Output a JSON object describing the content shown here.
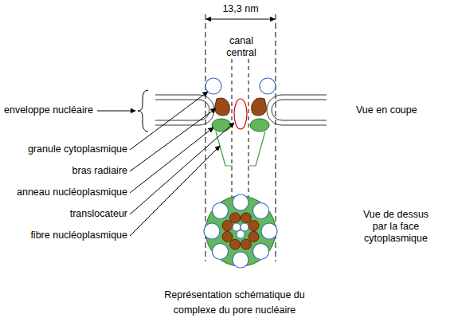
{
  "diagram": {
    "caption": "Représentation schématique du complexe du pore nucléaire",
    "labels": [
      "13,3 nm",
      "canal central",
      "enveloppe nucléaire",
      "Vue en coupe",
      "granule cytoplasmique",
      "bras radiaire",
      "anneau nucléoplasmique",
      "translocateur",
      "fibre nucléoplasmique",
      "Vue de dessus par la face cytoplasmique"
    ]
  }
}
